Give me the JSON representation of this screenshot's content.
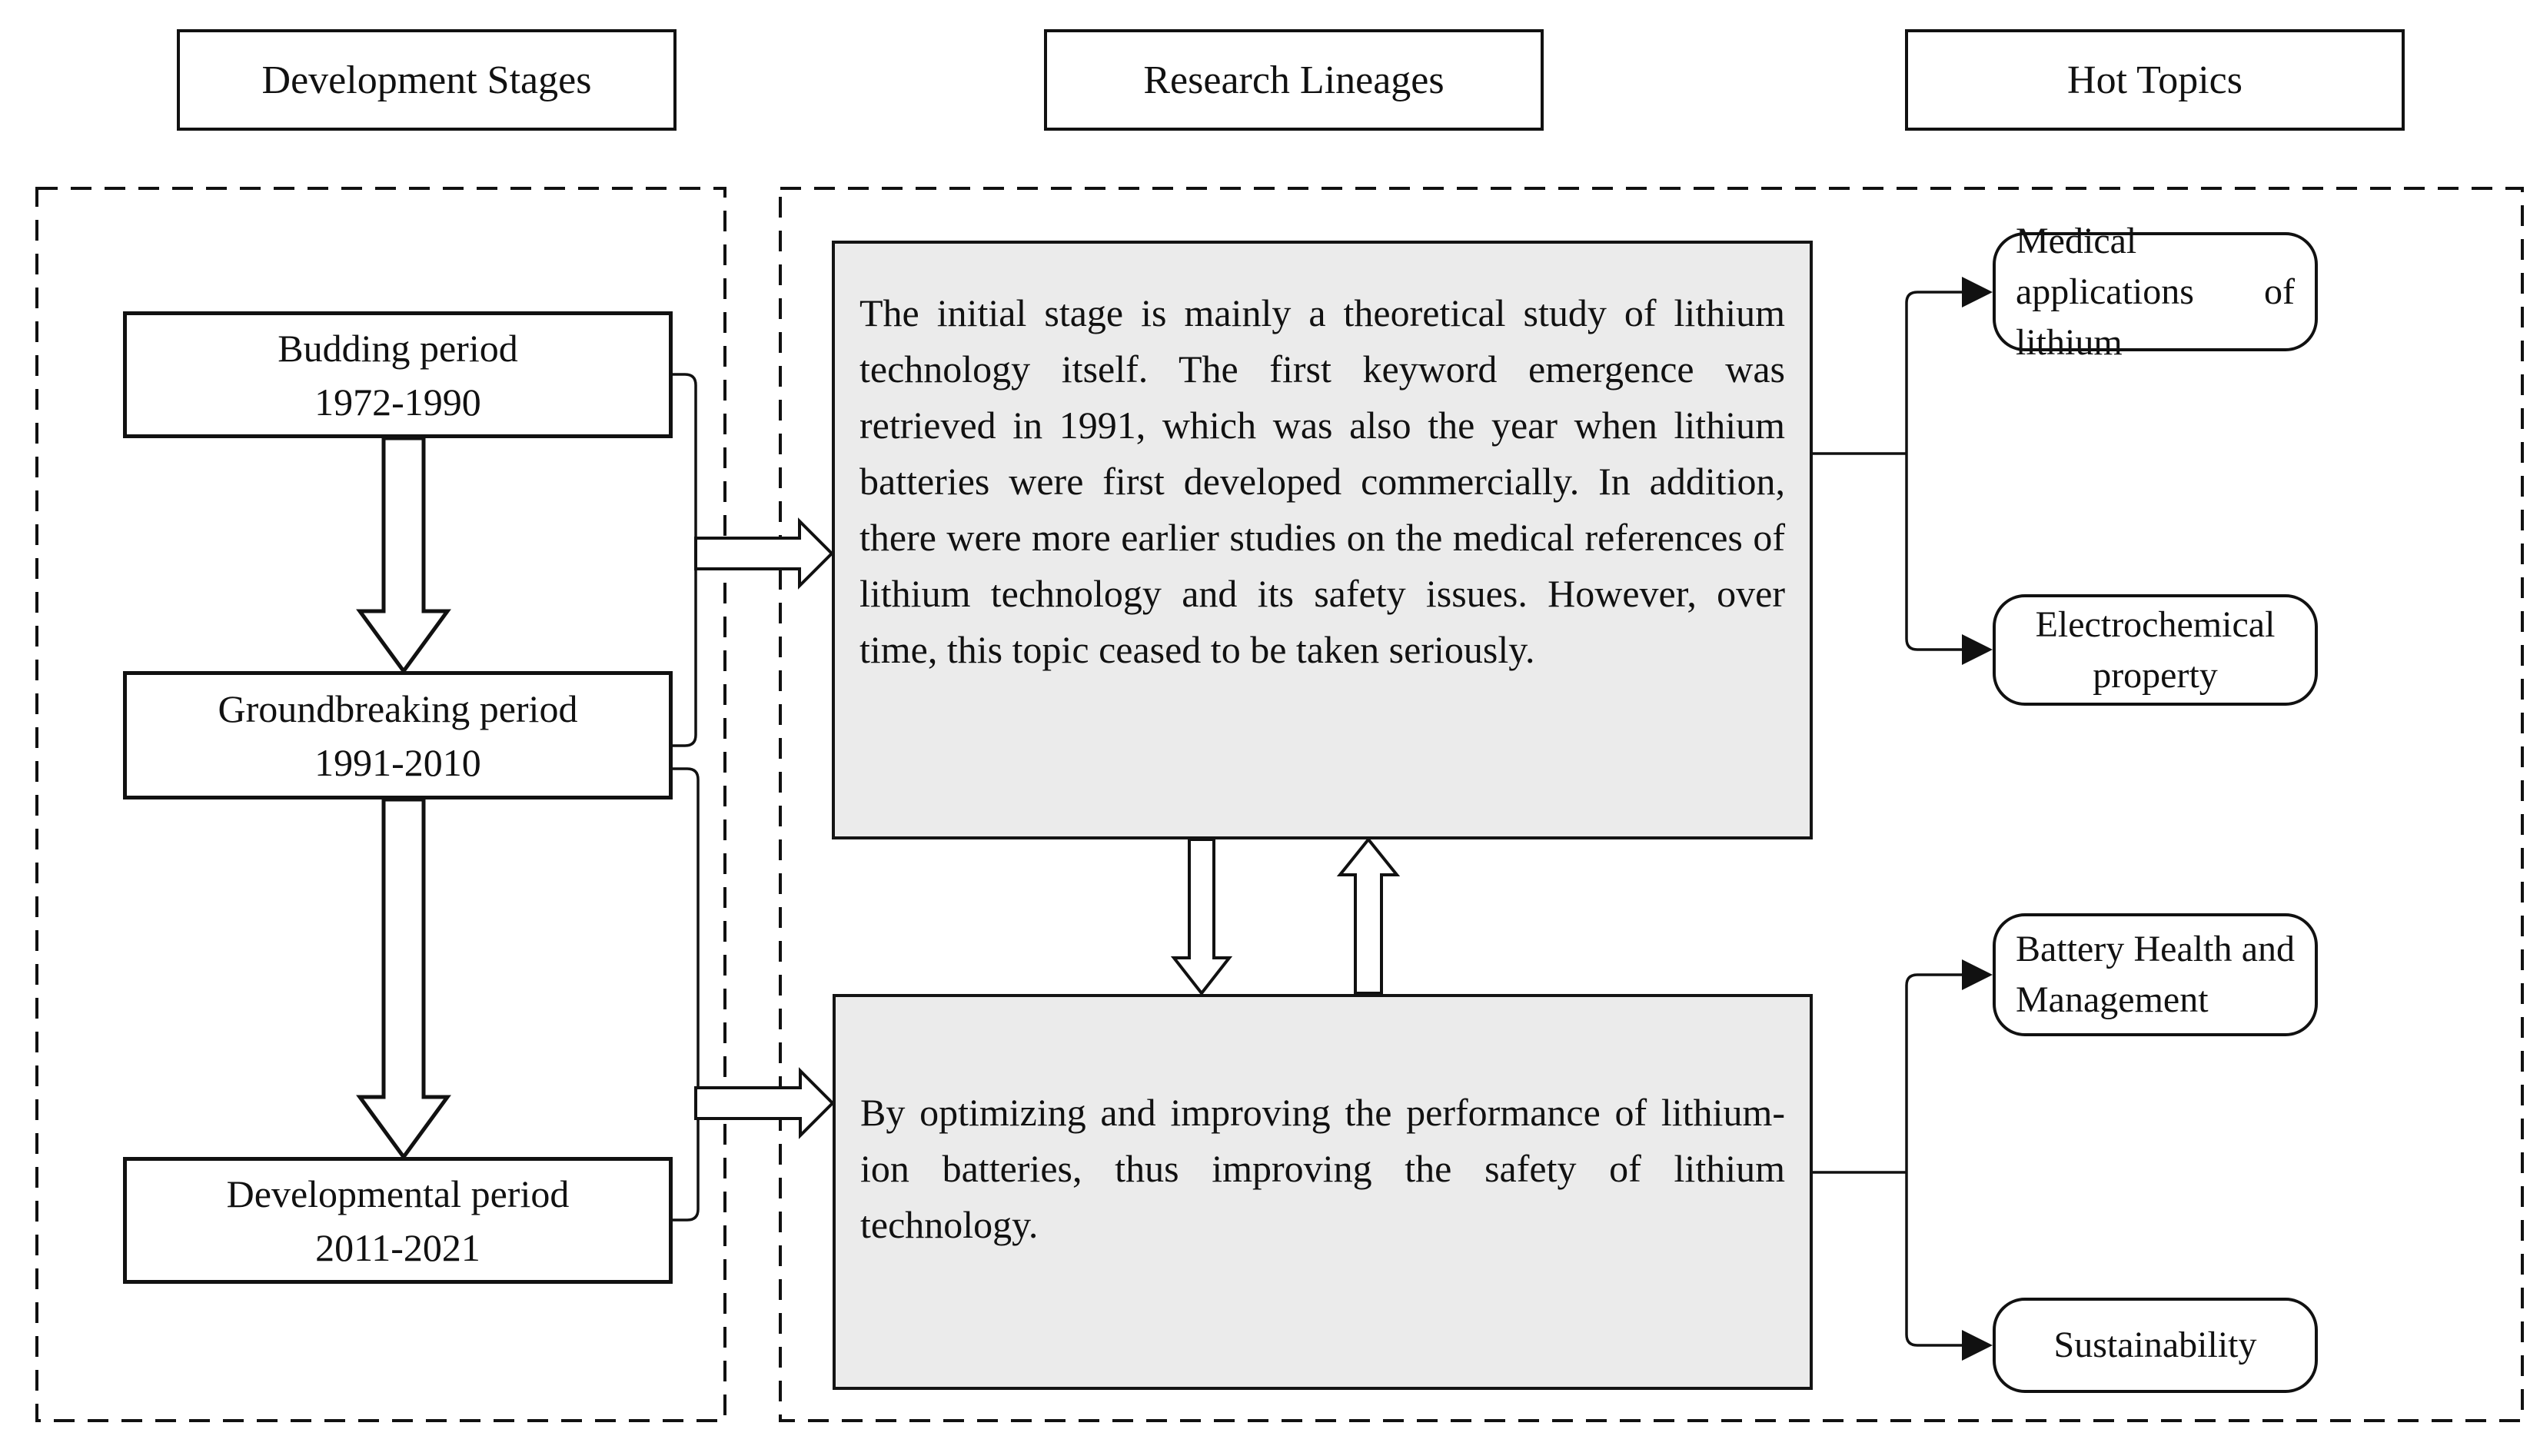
{
  "diagram": {
    "columns": [
      {
        "title": "Development Stages"
      },
      {
        "title": "Research Lineages"
      },
      {
        "title": "Hot Topics"
      }
    ],
    "development_stages": [
      {
        "label": "Budding period\n1972-1990"
      },
      {
        "label": "Groundbreaking period\n1991-2010"
      },
      {
        "label": "Developmental period\n2011-2021"
      }
    ],
    "research_lineages": [
      {
        "text": "The initial stage is mainly a theoretical study of lithium technology itself. The first keyword emergence was retrieved in 1991, which was also the year when lithium batteries were first developed commercially. In addition, there were more earlier studies on the medical references of lithium technology and its safety issues. However, over time, this topic ceased to be taken seriously."
      },
      {
        "text": "By optimizing and improving the performance of lithium-ion batteries, thus improving the safety of lithium technology."
      }
    ],
    "hot_topics": [
      {
        "label": "Medical applications of\nlithium"
      },
      {
        "label": "Electrochemical\nproperty"
      },
      {
        "label": "Battery Health and\nManagement"
      },
      {
        "label": "Sustainability"
      }
    ],
    "colors": {
      "background": "#ffffff",
      "stroke": "#111111",
      "lineage_box_fill": "#ebebeb"
    }
  }
}
